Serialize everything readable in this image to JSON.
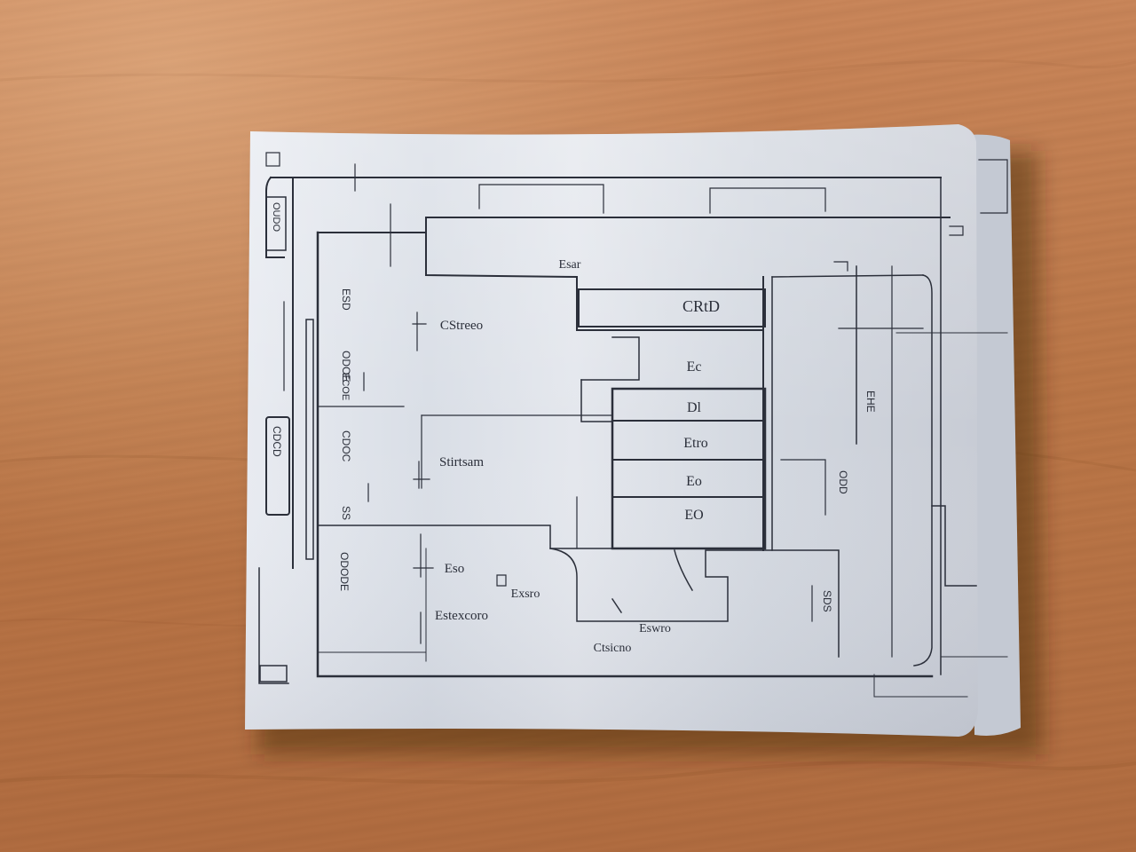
{
  "labels": {
    "title_box": "CRtD",
    "top_small": "Esar",
    "room_a": "CStreeo",
    "room_b": "Stirtsam",
    "room_c": "Eso",
    "room_d": "Estexcoro",
    "room_e": "Exsro",
    "room_f": "Ctsicno",
    "room_g": "Eswro",
    "stack_1": "Ec",
    "stack_2": "Dl",
    "stack_3": "Etro",
    "stack_4": "Eo",
    "stack_5": "EO",
    "side_left_1": "ESD",
    "side_left_2": "ODOE",
    "side_left_3": "CDOC",
    "side_left_4": "ECOE",
    "side_left_5": "SS",
    "side_left_6": "ODODE",
    "side_right_1": "EHE",
    "side_right_2": "ODD",
    "side_right_3": "SDS",
    "frame_left": "CDCD",
    "frame_left_top": "OUDO"
  },
  "colors": {
    "desk": "#bb7748",
    "paper": "#dfe3ea",
    "ink": "#2b2f3a"
  }
}
